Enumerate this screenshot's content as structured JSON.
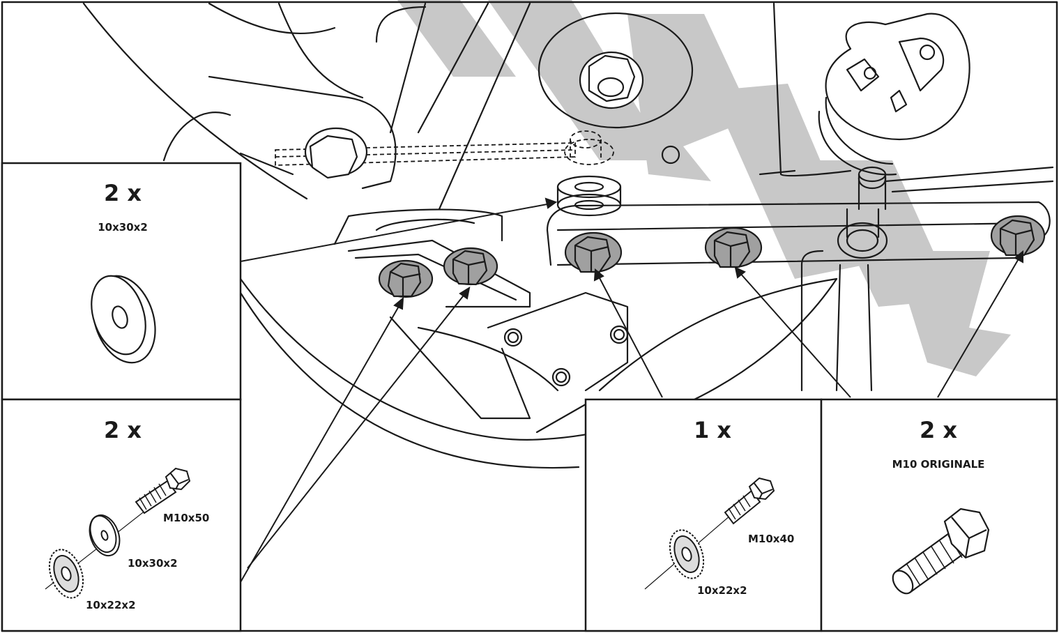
{
  "watermark": {
    "text": "SAMPLE",
    "color": "#c8c8c8"
  },
  "panels": {
    "top_left": {
      "qty": "2 x",
      "spec": "10x30x2"
    },
    "bottom_left": {
      "qty": "2 x",
      "labels": {
        "bolt": "M10x50",
        "washer": "10x30x2",
        "nut": "10x22x2"
      }
    },
    "bottom_mid": {
      "qty": "1 x",
      "labels": {
        "bolt": "M10x40",
        "nut": "10x22x2"
      }
    },
    "bottom_right": {
      "qty": "2 x",
      "spec": "M10 ORIGINALE"
    }
  },
  "colors": {
    "line": "#1a1a1a",
    "bolt_fill": "#a0a0a0",
    "background": "#ffffff"
  }
}
